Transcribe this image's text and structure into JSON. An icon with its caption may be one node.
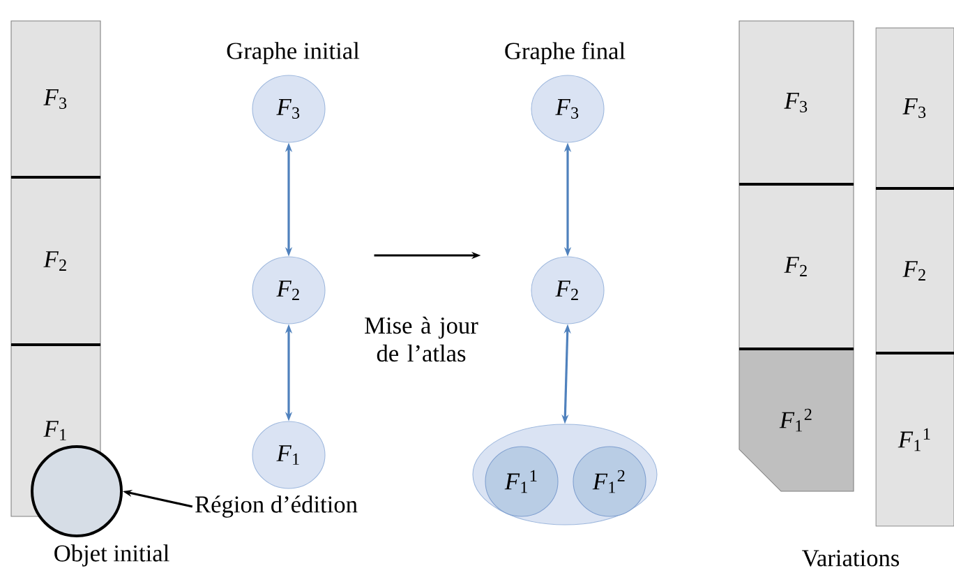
{
  "diagram": {
    "nodes": [
      {
        "text": [
          "*F*$_{3}$"
        ]
      },
      {
        "text": [
          "*F*$_{2}$"
        ]
      },
      {
        "text": [
          "*F*$_{1}$"
        ]
      },
      {
        "text": [],
        "shape": "circle"
      },
      {
        "text": [
          "Région d’édition"
        ]
      },
      {
        "text": [
          "*F*$_{3}$"
        ]
      },
      {
        "text": [
          "*F*$_{2}$"
        ]
      },
      {
        "text": [
          "*F*$_{1}$"
        ]
      },
      {
        "text": [
          "*F*$_{3}$"
        ]
      },
      {
        "text": [
          "*F*$_{2}$"
        ]
      },
      {
        "text": [],
        "shape": "ellipse"
      },
      {
        "text": [
          "*F*$_{1}$$^{1}$"
        ],
        "in": 10
      },
      {
        "text": [
          "*F*$_{1}$$^{2}$"
        ],
        "in": 10
      },
      {
        "text": [
          "*F*$_{3}$"
        ]
      },
      {
        "text": [
          "*F*$_{2}$"
        ]
      },
      {
        "text": [
          "*F*$_{1}$$^{2}$"
        ]
      },
      {
        "text": [
          "*F*$_{3}$"
        ]
      },
      {
        "text": [
          "*F*$_{2}$"
        ]
      },
      {
        "text": [
          "*F*$_{1}$$^{1}$"
        ]
      }
    ],
    "edges": [
      {
        "from": 4,
        "to": 3,
        "arrow": "to",
        "color": "#000000"
      },
      {
        "from": 5,
        "to": 6,
        "arrow": "both"
      },
      {
        "from": 6,
        "to": 7,
        "arrow": "both"
      },
      {
        "from": 6,
        "to": 9,
        "arrow": "to",
        "label": "Mise à jour de l’atlas",
        "color": "#000000"
      },
      {
        "from": 8,
        "to": 9,
        "arrow": "both"
      },
      {
        "from": 9,
        "to": 10,
        "arrow": "both"
      }
    ],
    "labels": [
      "Graphe initial",
      "Graphe final",
      "Objet initial",
      "Variations"
    ]
  }
}
